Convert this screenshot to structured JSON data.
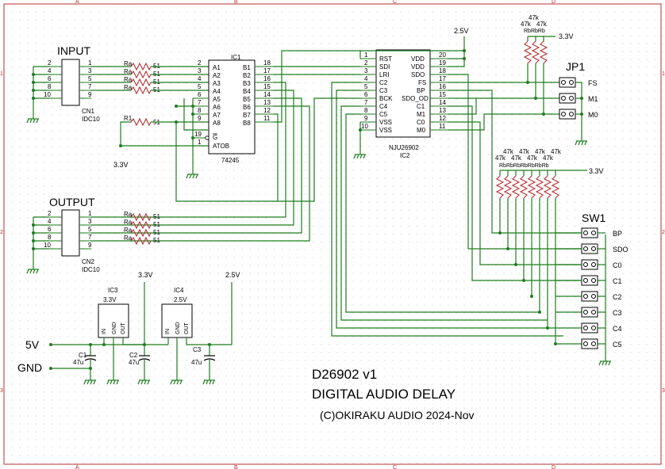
{
  "frame": {
    "col_labels": [
      "A",
      "B",
      "C",
      "D"
    ],
    "row_labels": [
      "1",
      "2",
      "3"
    ]
  },
  "connectors": {
    "input": {
      "name": "INPUT",
      "ref": "CN1",
      "value": "IDC10",
      "left_pins": [
        "2",
        "4",
        "6",
        "8",
        "10"
      ],
      "right_pins": [
        "1",
        "3",
        "5",
        "7",
        "9"
      ]
    },
    "output": {
      "name": "OUTPUT",
      "ref": "CN2",
      "value": "IDC10",
      "left_pins": [
        "2",
        "4",
        "6",
        "8",
        "10"
      ],
      "right_pins": [
        "1",
        "3",
        "5",
        "7",
        "9"
      ]
    }
  },
  "resistors": {
    "input_array": {
      "ref_labels": [
        "Ra",
        "Ra",
        "Ra",
        "Ra"
      ],
      "values": [
        "51",
        "51",
        "51",
        "51"
      ]
    },
    "output_array": {
      "ref_labels": [
        "Ra",
        "Ra",
        "Ra",
        "Ra"
      ],
      "values": [
        "51",
        "51",
        "51",
        "51"
      ]
    },
    "r1": {
      "ref": "R1",
      "value": "51"
    },
    "rb_top": {
      "values": [
        "47k",
        "47k",
        "47k"
      ],
      "refs": "RbRbRb",
      "supply": "3.3V"
    },
    "rb_mid": {
      "values_row1": [
        "47k",
        "47k",
        "47k"
      ],
      "values_row2": [
        "47k",
        "47k",
        "47k",
        "47k"
      ],
      "refs": "RbRbRbRbRbRbRb",
      "supply": "3.3V"
    }
  },
  "ic1": {
    "ref": "IC1",
    "part": "74245",
    "left_nums": [
      "2",
      "3",
      "4",
      "5",
      "6",
      "7",
      "8",
      "9"
    ],
    "left_names": [
      "A1",
      "A2",
      "A3",
      "A4",
      "A5",
      "A6",
      "A7",
      "A8"
    ],
    "right_nums": [
      "18",
      "17",
      "16",
      "15",
      "14",
      "13",
      "12",
      "11"
    ],
    "right_names": [
      "B1",
      "B2",
      "B3",
      "B4",
      "B5",
      "B6",
      "B7",
      "B8"
    ],
    "g_num": "19",
    "g_name": "G",
    "dir_num": "1",
    "dir_name": "ATOB"
  },
  "ic2": {
    "ref": "IC2",
    "part": "NJU26902",
    "left_nums": [
      "1",
      "2",
      "3",
      "4",
      "5",
      "6",
      "7",
      "8",
      "9",
      "10"
    ],
    "left_names": [
      "RST",
      "SDI",
      "LRI",
      "C2",
      "C3",
      "BCK",
      "C4",
      "C5",
      "VSS",
      "VSS"
    ],
    "right_names": [
      "VDD",
      "VDD",
      "SDO",
      "FS",
      "BP",
      "SDO_OD",
      "C1",
      "M1",
      "C0",
      "M0"
    ],
    "right_nums": [
      "20",
      "19",
      "18",
      "17",
      "16",
      "15",
      "14",
      "13",
      "12",
      "11"
    ]
  },
  "jumper": {
    "ref": "JP1",
    "labels": [
      "FS",
      "M1",
      "M0"
    ]
  },
  "switch": {
    "ref": "SW1",
    "labels": [
      "BP",
      "SDO",
      "C0",
      "C1",
      "C2",
      "C3",
      "C4",
      "C5"
    ]
  },
  "regulators": {
    "ic3": {
      "ref": "IC3",
      "voltage": "3.3V",
      "pins": [
        "IN",
        "GND",
        "OUT"
      ]
    },
    "ic4": {
      "ref": "IC4",
      "voltage": "2.5V",
      "pins": [
        "IN",
        "GND",
        "OUT"
      ]
    }
  },
  "capacitors": [
    {
      "ref": "C1",
      "value": "47u"
    },
    {
      "ref": "C2",
      "value": "47u"
    },
    {
      "ref": "C3",
      "value": "47u"
    }
  ],
  "nets": {
    "v33": "3.3V",
    "v25": "2.5V",
    "v5": "5V",
    "gnd": "GND"
  },
  "title": {
    "line1": "D26902 v1",
    "line2": "DIGITAL AUDIO DELAY",
    "line3": "(C)OKIRAKU AUDIO 2024-Nov"
  }
}
